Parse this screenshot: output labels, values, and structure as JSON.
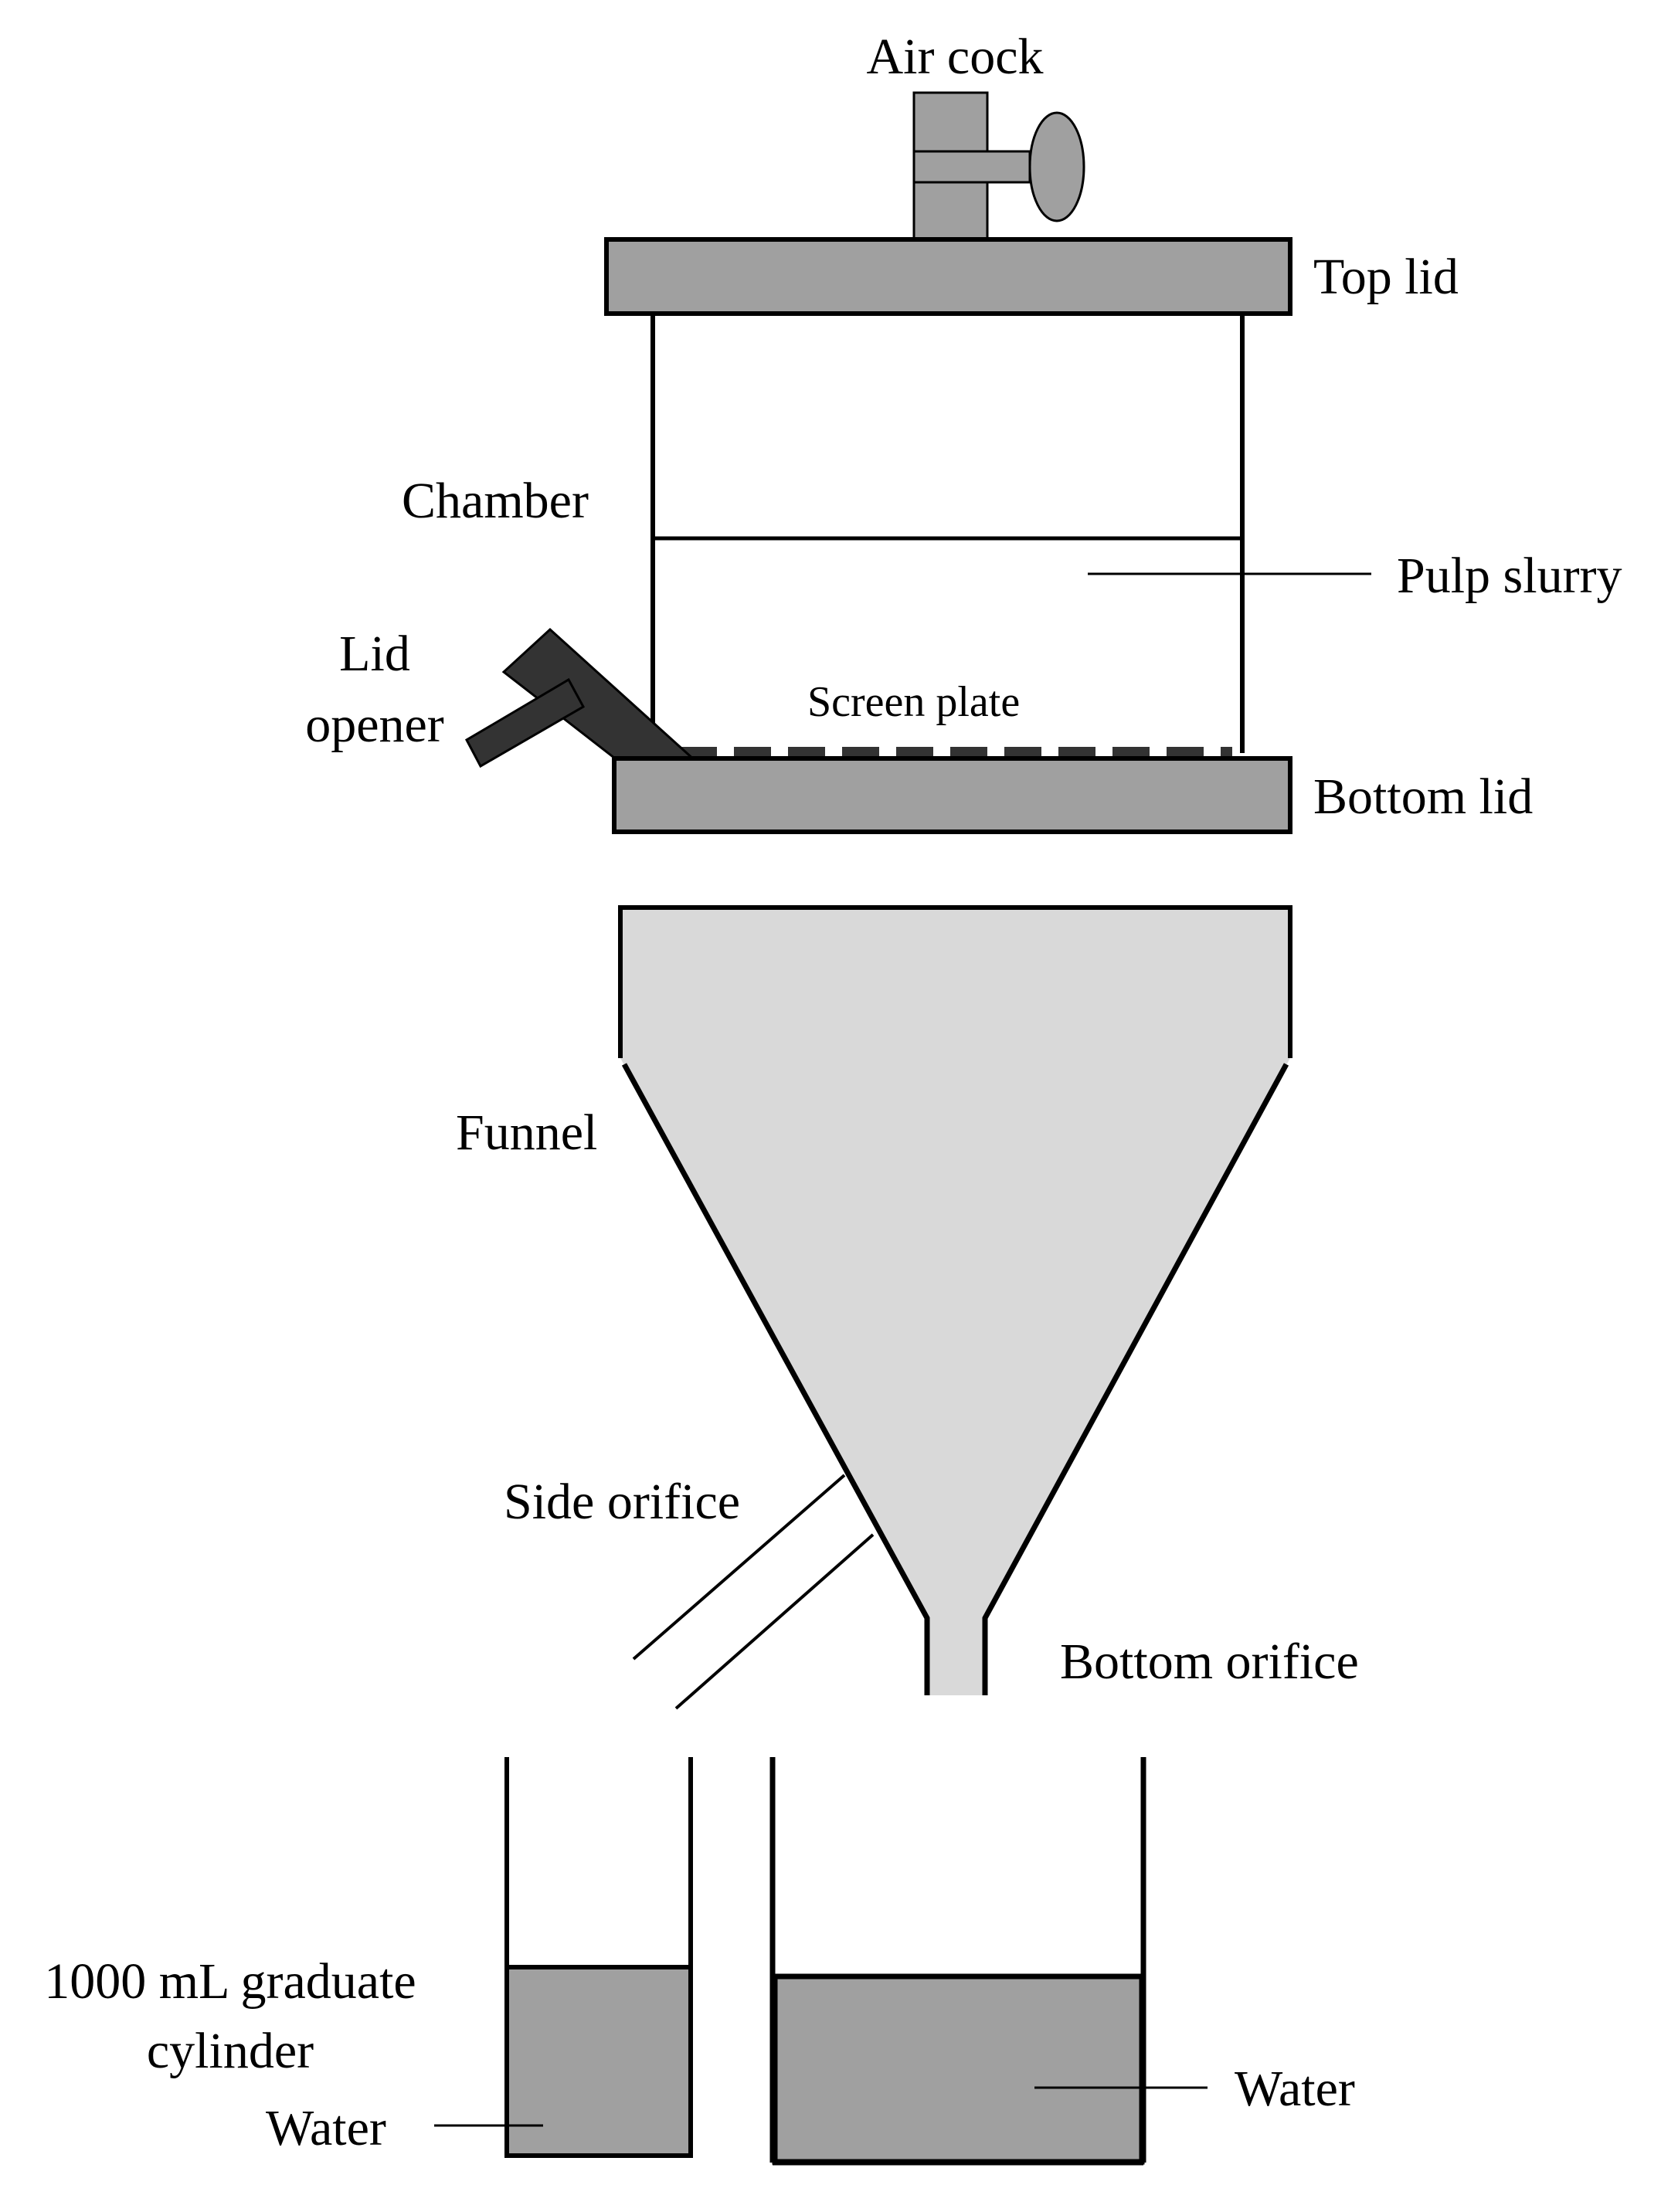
{
  "labels": {
    "air_cock": "Air cock",
    "top_lid": "Top lid",
    "chamber": "Chamber",
    "pulp_slurry": "Pulp slurry",
    "lid_opener_line1": "Lid",
    "lid_opener_line2": "opener",
    "screen_plate": "Screen plate",
    "bottom_lid": "Bottom lid",
    "funnel": "Funnel",
    "side_orifice": "Side orifice",
    "bottom_orifice": "Bottom orifice",
    "cylinder_line1": "1000 mL graduate",
    "cylinder_line2": "cylinder",
    "water_left": "Water",
    "water_right": "Water"
  },
  "colors": {
    "lid_gray": "#a0a0a0",
    "funnel_fill": "#d9d9d9",
    "opener_dark": "#333333",
    "water_gray": "#a0a0a0",
    "stroke": "#000000"
  }
}
